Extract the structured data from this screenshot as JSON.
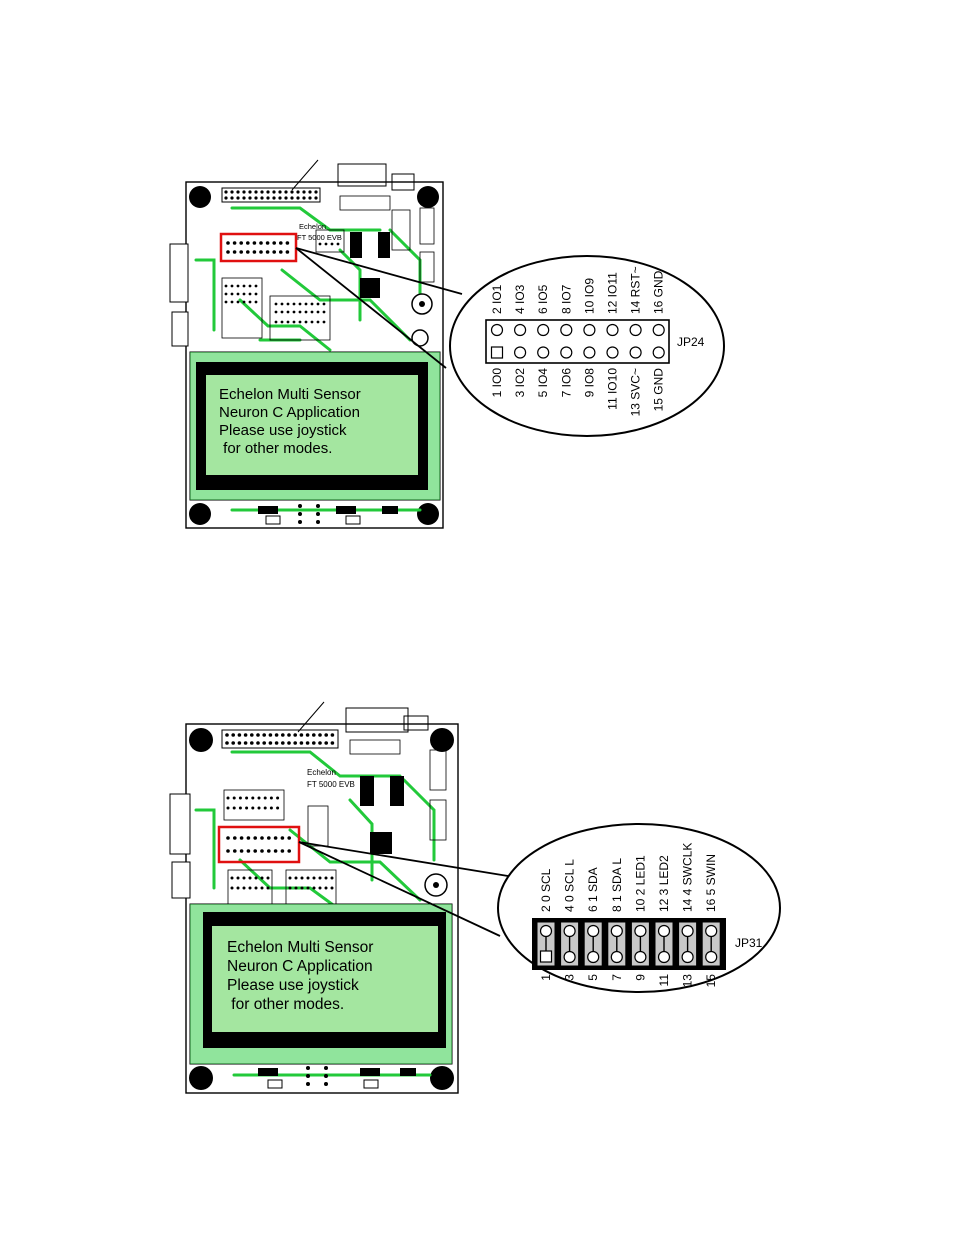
{
  "boards": [
    {
      "silk_brand": "Echelon",
      "silk_model": "FT 5000 EVB",
      "lcd_lines": [
        "Echelon Multi Sensor",
        "Neuron C Application",
        "Please use joystick",
        " for other modes."
      ]
    },
    {
      "silk_brand": "Echelon",
      "silk_model": "FT 5000 EVB",
      "lcd_lines": [
        "Echelon Multi Sensor",
        "Neuron C Application",
        "Please use joystick",
        " for other modes."
      ]
    }
  ],
  "jp24": {
    "name": "JP24",
    "top_labels": [
      "2 IO1",
      "4 IO3",
      "6 IO5",
      "8 IO7",
      "10 IO9",
      "12 IO11",
      "14 RST~",
      "16 GND"
    ],
    "bottom_labels": [
      "1 IO0",
      "3 IO2",
      "5 IO4",
      "7 IO6",
      "9 IO8",
      "11 IO10",
      "13 SVC~",
      "15 GND"
    ]
  },
  "jp31": {
    "name": "JP31",
    "top_labels": [
      "2  0 SCL",
      "4  0 SCL L",
      "6  1 SDA",
      "8  1 SDA L",
      "10  2 LED1",
      "12  3 LED2",
      "14  4 SWCLK",
      "16  5 SWIN"
    ],
    "bottom_labels": [
      "1",
      "3",
      "5",
      "7",
      "9",
      "11",
      "13",
      "15"
    ]
  },
  "colors": {
    "pcb_trace": "#22c93a",
    "lcd_background": "#a4e6a0",
    "highlight": "#e01010"
  }
}
